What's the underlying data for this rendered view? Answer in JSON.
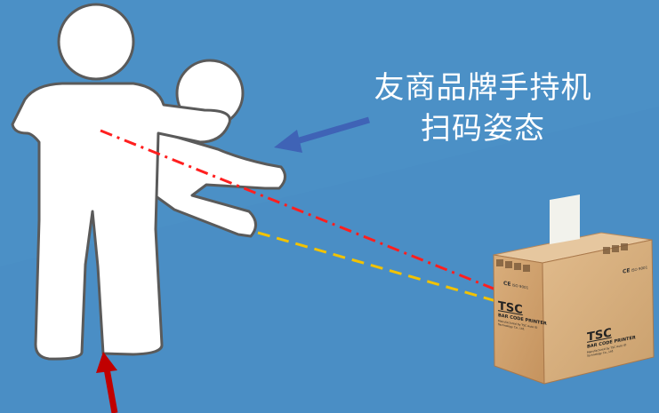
{
  "caption": {
    "line1": "友商品牌手持机",
    "line2": "扫码姿态"
  },
  "box": {
    "brand": "TSC",
    "product": "BAR CODE PRINTER",
    "small_note": "Manufactured by TSC Auto ID Technology Co., Ltd.",
    "cert_mark": "CE",
    "iso_note": "ISO 9001"
  },
  "colors": {
    "background": "#4b90c6",
    "figure": "#ffffff",
    "outline": "#5a5a5a",
    "red_line": "#ff1f1f",
    "yellow_line": "#f2c200",
    "blue_arrow": "#3f63b6",
    "red_arrow": "#c00000",
    "cardboard": "#d6a974"
  },
  "icons": [
    "person-icon",
    "scanner-arm-icon",
    "carton-box-icon",
    "blue-arrow-icon",
    "red-arrow-icon"
  ]
}
